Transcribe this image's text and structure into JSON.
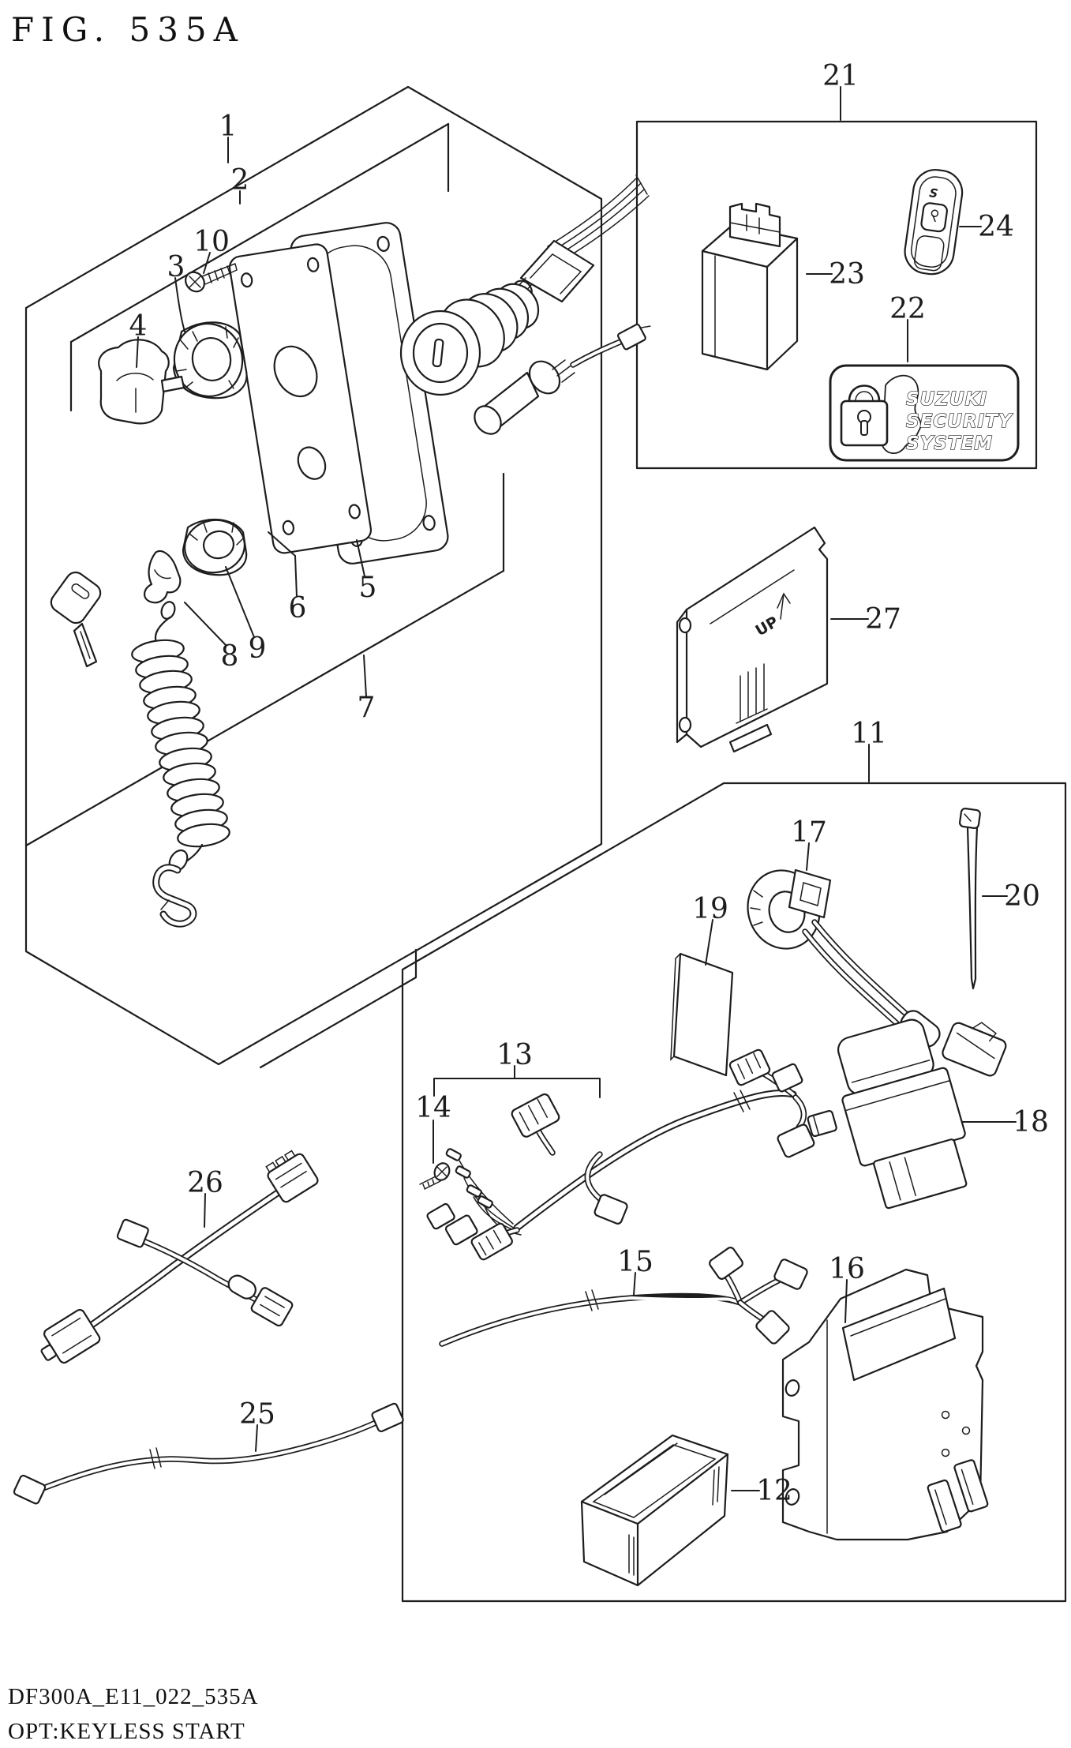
{
  "title": "FIG. 535A",
  "footer": {
    "doc_code": "DF300A_E11_022_535A",
    "option_label": "OPT:KEYLESS START"
  },
  "security_badge": {
    "line1": "SUZUKI",
    "line2": "SECURITY",
    "line3": "SYSTEM",
    "logo_letter": "S"
  },
  "part27_marking": "UP",
  "colors": {
    "line": "#1d1d1d",
    "background": "#ffffff"
  },
  "callouts": [
    {
      "id": 1,
      "label": "1"
    },
    {
      "id": 2,
      "label": "2"
    },
    {
      "id": 3,
      "label": "3"
    },
    {
      "id": 4,
      "label": "4"
    },
    {
      "id": 5,
      "label": "5"
    },
    {
      "id": 6,
      "label": "6"
    },
    {
      "id": 7,
      "label": "7"
    },
    {
      "id": 8,
      "label": "8"
    },
    {
      "id": 9,
      "label": "9"
    },
    {
      "id": 10,
      "label": "10"
    },
    {
      "id": 11,
      "label": "11"
    },
    {
      "id": 12,
      "label": "12"
    },
    {
      "id": 13,
      "label": "13"
    },
    {
      "id": 14,
      "label": "14"
    },
    {
      "id": 15,
      "label": "15"
    },
    {
      "id": 16,
      "label": "16"
    },
    {
      "id": 17,
      "label": "17"
    },
    {
      "id": 18,
      "label": "18"
    },
    {
      "id": 19,
      "label": "19"
    },
    {
      "id": 20,
      "label": "20"
    },
    {
      "id": 21,
      "label": "21"
    },
    {
      "id": 22,
      "label": "22"
    },
    {
      "id": 23,
      "label": "23"
    },
    {
      "id": 24,
      "label": "24"
    },
    {
      "id": 25,
      "label": "25"
    },
    {
      "id": 26,
      "label": "26"
    },
    {
      "id": 27,
      "label": "27"
    }
  ]
}
